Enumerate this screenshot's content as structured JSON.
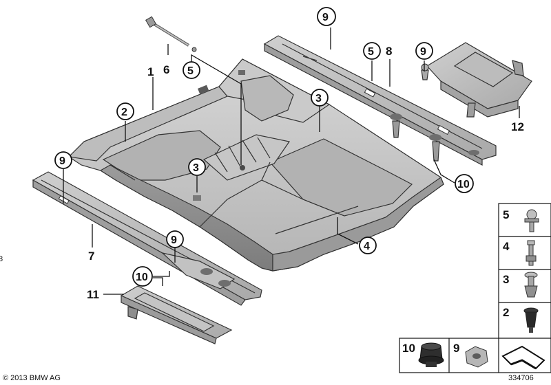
{
  "labels": {
    "l1": "1",
    "l2": "2",
    "l3a": "3",
    "l3b": "3",
    "l4": "4",
    "l5a": "5",
    "l5b": "5",
    "l6": "6",
    "l7": "7",
    "l8": "8",
    "l9a": "9",
    "l9b": "9",
    "l9c": "9",
    "l9d": "9",
    "l10a": "10",
    "l10b": "10",
    "l11": "11",
    "l12": "12"
  },
  "legend": {
    "items": [
      "5",
      "4",
      "3",
      "2"
    ],
    "bottom_items": [
      "10",
      "9"
    ]
  },
  "footer": {
    "copyright": "© 2013 BMW AG",
    "diagram_number": "334706"
  },
  "colors": {
    "part_light": "#c4c4c4",
    "part_mid": "#a8a8a8",
    "part_dark": "#8c8c8c",
    "fastener": "#b0b0b0",
    "fastener_dark": "#404040"
  }
}
